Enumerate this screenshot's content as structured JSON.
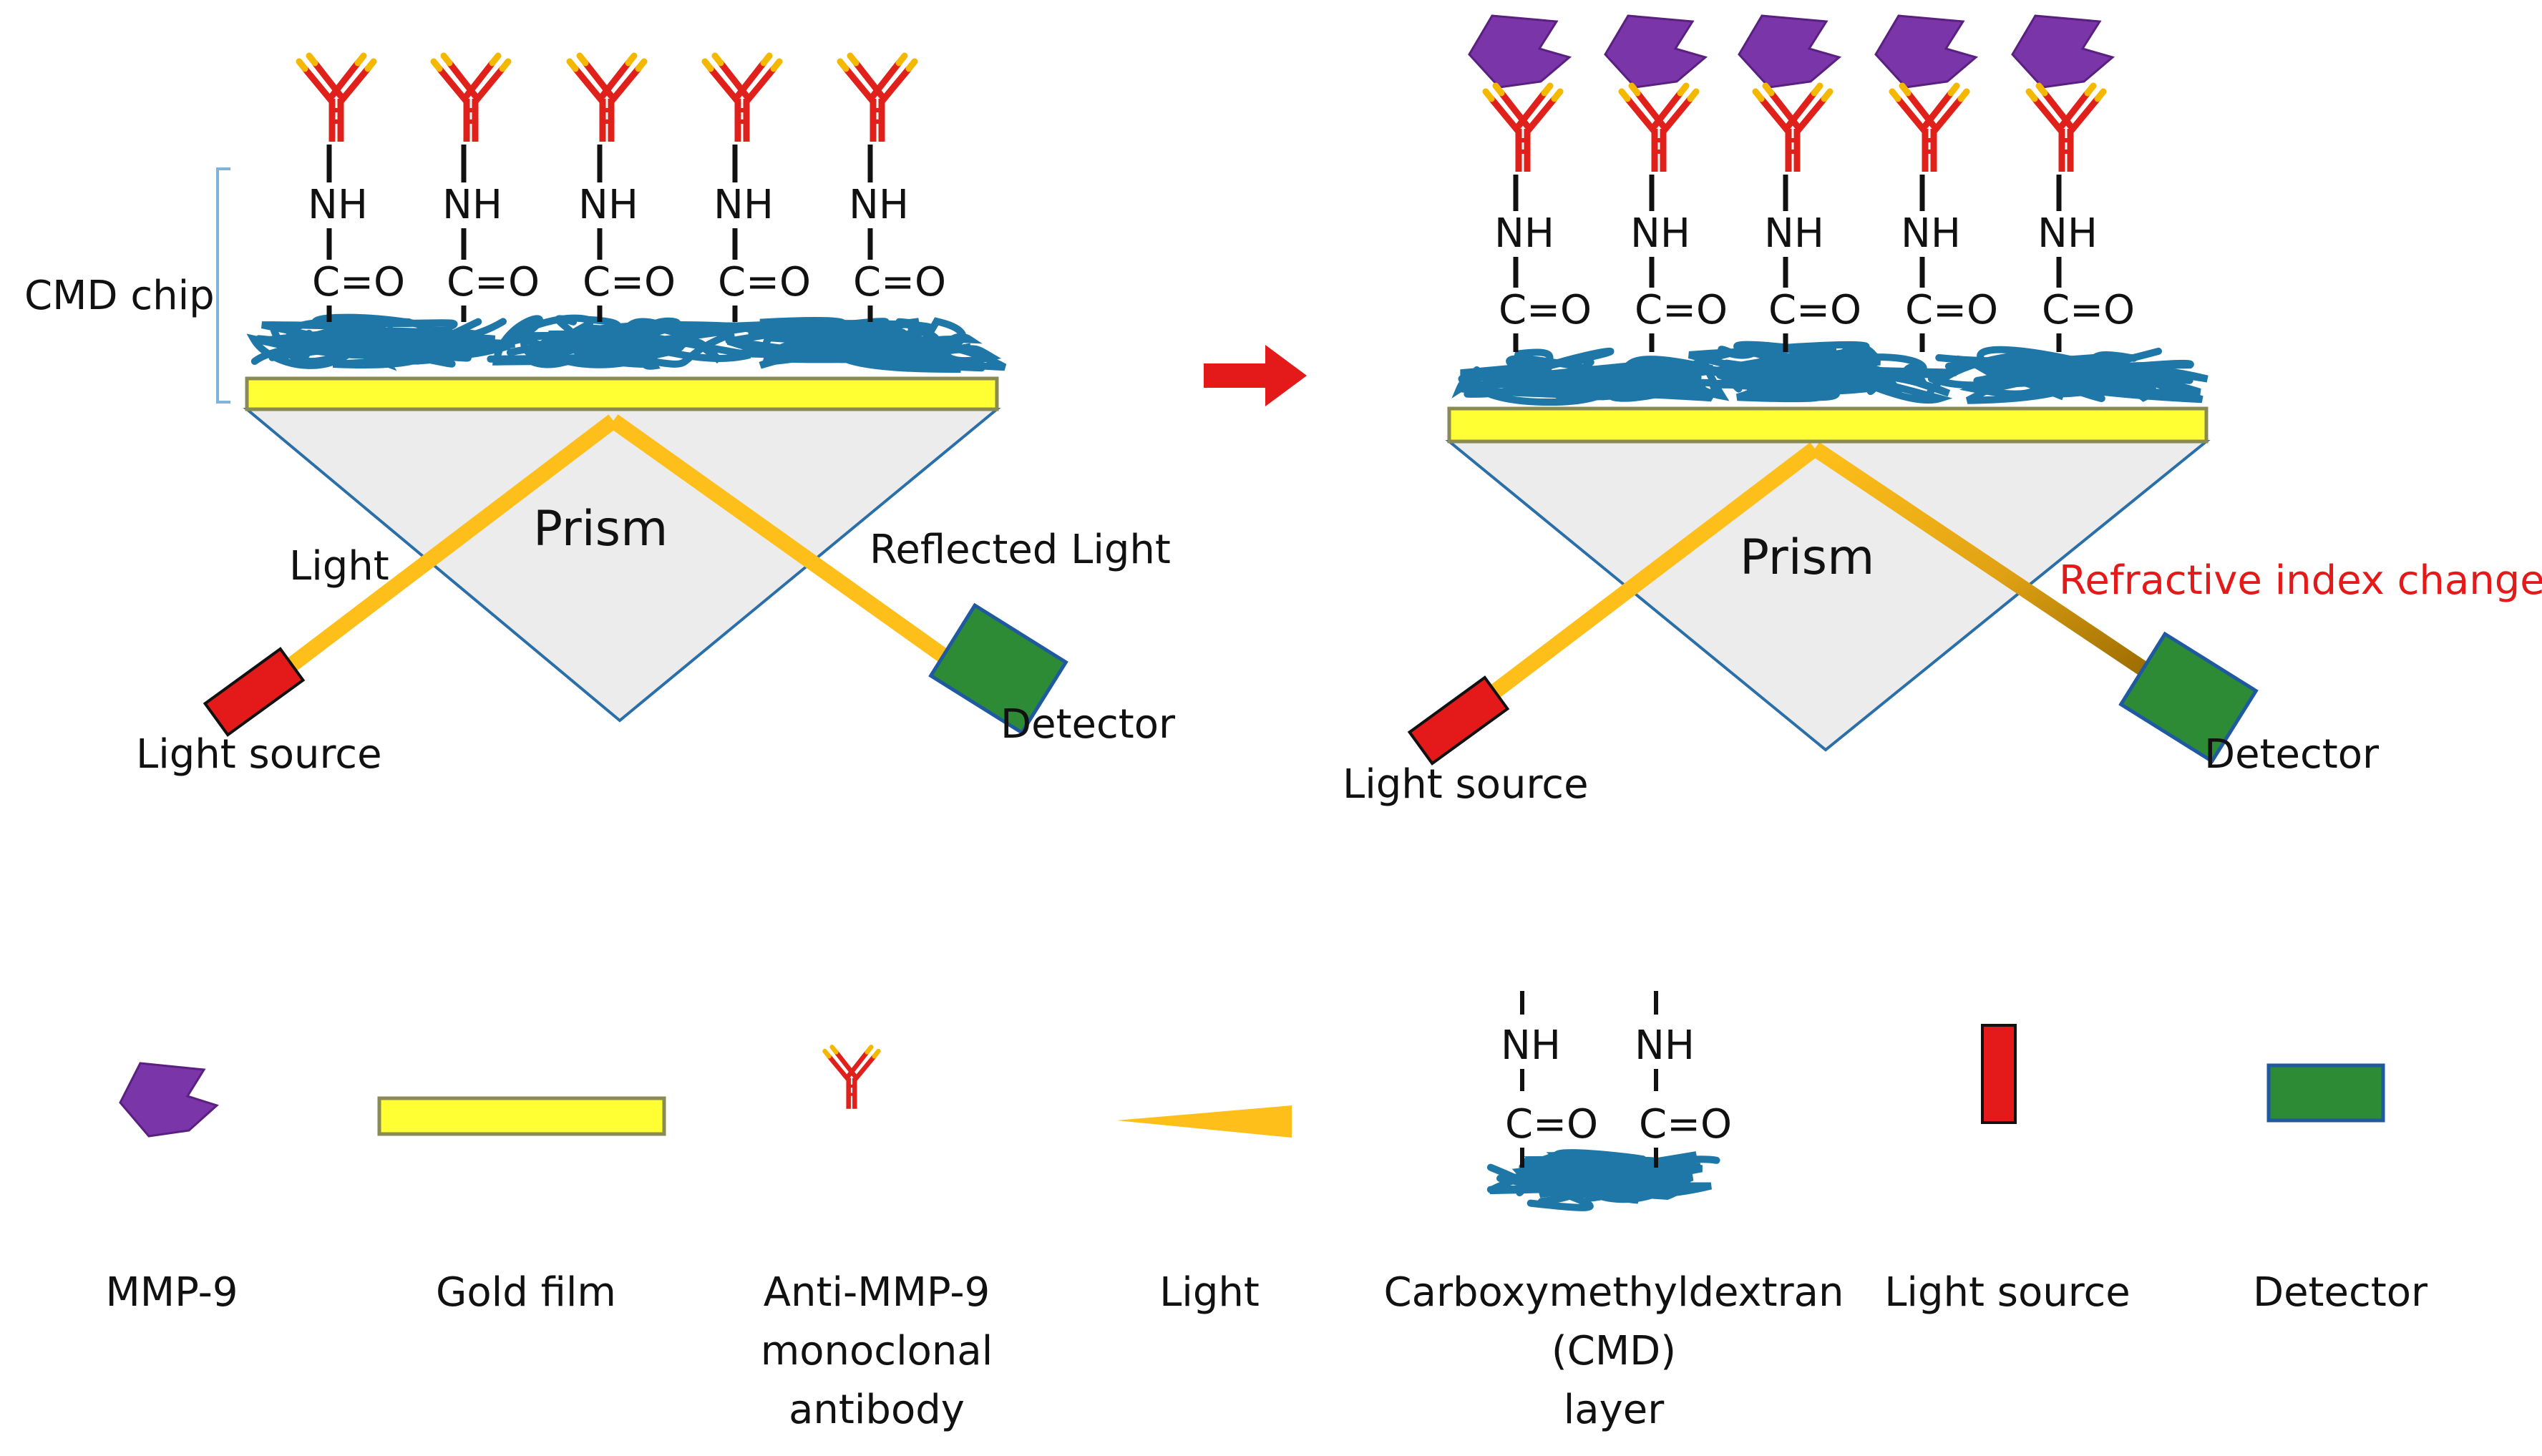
{
  "panel_left": {
    "chip_label": "CMD chip",
    "prism_label": "Prism",
    "light_label": "Light",
    "reflected_label": "Reflected Light",
    "source_label": "Light source",
    "detector_label": "Detector",
    "chem_nh": "NH",
    "chem_co": "C=O"
  },
  "panel_right": {
    "prism_label": "Prism",
    "refractive_label": "Refractive index change",
    "source_label": "Light source",
    "detector_label": "Detector",
    "chem_nh": "NH",
    "chem_co": "C=O"
  },
  "legend": {
    "items": [
      {
        "id": "mmp9",
        "lines": [
          "MMP-9"
        ]
      },
      {
        "id": "gold",
        "lines": [
          "Gold film"
        ]
      },
      {
        "id": "antibody",
        "lines": [
          "Anti-MMP-9",
          "monoclonal",
          "antibody"
        ]
      },
      {
        "id": "light",
        "lines": [
          "Light"
        ]
      },
      {
        "id": "cmd",
        "lines": [
          "Carboxymethyldextran",
          "(CMD)",
          "layer"
        ]
      },
      {
        "id": "source",
        "lines": [
          "Light source"
        ]
      },
      {
        "id": "detector",
        "lines": [
          "Detector"
        ]
      }
    ],
    "chem_nh": "NH",
    "chem_co": "C=O"
  },
  "colors": {
    "antibody_red": "#e0201b",
    "antibody_tip": "#f5b800",
    "dextran_blue": "#1f77a8",
    "gold_fill": "#ffff33",
    "gold_stroke": "#8a8a55",
    "prism_fill": "#ececec",
    "prism_stroke": "#2a6fa8",
    "beam": "#ffbf1a",
    "beam_dark": "#b07a00",
    "mmp9": "#7a35a8",
    "source_red": "#e41a1a",
    "detector_green": "#2e8b35",
    "detector_stroke": "#1f5aa0",
    "arrow_red": "#e41a1a",
    "refractive_red": "#e41a1a",
    "bracket": "#7fb4d8"
  }
}
